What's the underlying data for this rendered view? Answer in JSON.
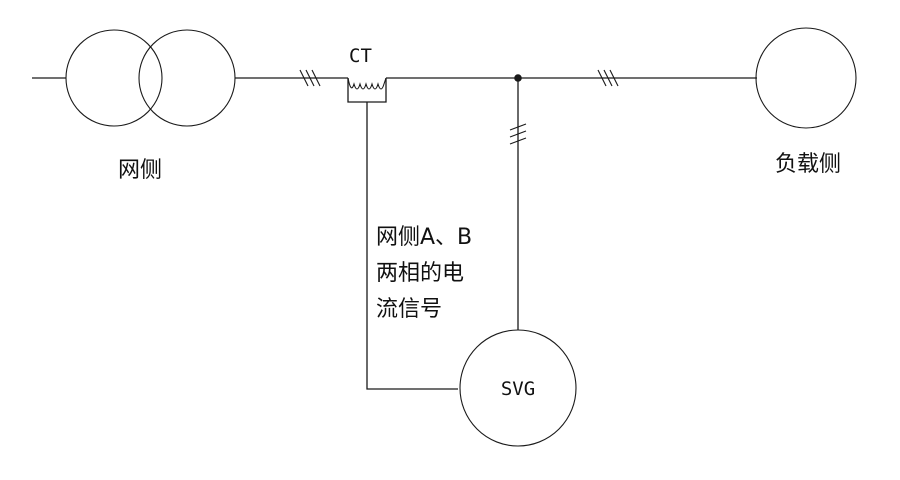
{
  "labels": {
    "ct": "CT",
    "grid_side": "网侧",
    "load_side": "负载侧",
    "signal_line1": "网侧A、B",
    "signal_line2": "两相的电",
    "signal_line3": "流信号",
    "svg_device": "SVG"
  },
  "colors": {
    "line": "#1a1a1a",
    "background": "#ffffff"
  }
}
